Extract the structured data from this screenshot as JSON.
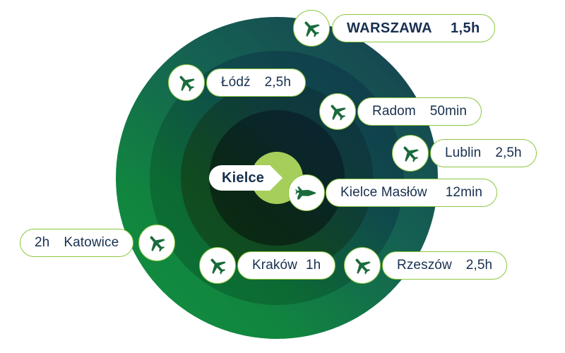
{
  "center": {
    "label": "Kielce"
  },
  "colors": {
    "pill_border": "#8CC63F",
    "pill_text": "#18304F",
    "plane_icon": "#1A6B3C",
    "core_circle": "#A6CE5A",
    "ring_green": "#129040",
    "ring_navy": "#173C52"
  },
  "destinations": [
    {
      "id": "warszawa",
      "city": "WARSZAWA",
      "time": "1,5h",
      "emphasis": "bold",
      "icon": "airplane-icon",
      "icon_side": "left"
    },
    {
      "id": "lodz",
      "city": "Łódź",
      "time": "2,5h",
      "emphasis": "normal",
      "icon": "airplane-icon",
      "icon_side": "left"
    },
    {
      "id": "radom",
      "city": "Radom",
      "time": "50min",
      "emphasis": "normal",
      "icon": "airplane-icon",
      "icon_side": "left"
    },
    {
      "id": "lublin",
      "city": "Lublin",
      "time": "2,5h",
      "emphasis": "normal",
      "icon": "airplane-icon",
      "icon_side": "left"
    },
    {
      "id": "kielce-maslow",
      "city": "Kielce Masłów",
      "time": "12min",
      "emphasis": "normal",
      "icon": "airplane-side-icon",
      "icon_side": "left"
    },
    {
      "id": "katowice",
      "city": "Katowice",
      "time": "2h",
      "emphasis": "normal",
      "icon": "airplane-icon",
      "icon_side": "right",
      "order": "time-first"
    },
    {
      "id": "krakow",
      "city": "Kraków",
      "time": "1h",
      "emphasis": "normal",
      "icon": "airplane-icon",
      "icon_side": "left"
    },
    {
      "id": "rzeszow",
      "city": "Rzeszów",
      "time": "2,5h",
      "emphasis": "normal",
      "icon": "airplane-icon",
      "icon_side": "left"
    }
  ]
}
